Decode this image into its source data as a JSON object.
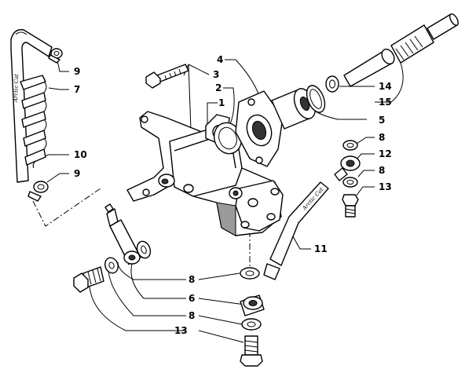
{
  "callouts": [
    {
      "id": "c1",
      "text": "1"
    },
    {
      "id": "c2",
      "text": "2"
    },
    {
      "id": "c3",
      "text": "3"
    },
    {
      "id": "c4",
      "text": "4"
    },
    {
      "id": "c5",
      "text": "5"
    },
    {
      "id": "c6",
      "text": "6"
    },
    {
      "id": "c7",
      "text": "7"
    },
    {
      "id": "c8a",
      "text": "8"
    },
    {
      "id": "c8b",
      "text": "8"
    },
    {
      "id": "c8c",
      "text": "8"
    },
    {
      "id": "c8d",
      "text": "8"
    },
    {
      "id": "c9a",
      "text": "9"
    },
    {
      "id": "c9b",
      "text": "9"
    },
    {
      "id": "c10",
      "text": "10"
    },
    {
      "id": "c11",
      "text": "11"
    },
    {
      "id": "c12",
      "text": "12"
    },
    {
      "id": "c13a",
      "text": "13"
    },
    {
      "id": "c13b",
      "text": "13"
    },
    {
      "id": "c14",
      "text": "14"
    },
    {
      "id": "c15",
      "text": "15"
    }
  ],
  "hose_prints": {
    "hose_left": "Arctic Cat",
    "hose_right": "Arctic Cat"
  }
}
